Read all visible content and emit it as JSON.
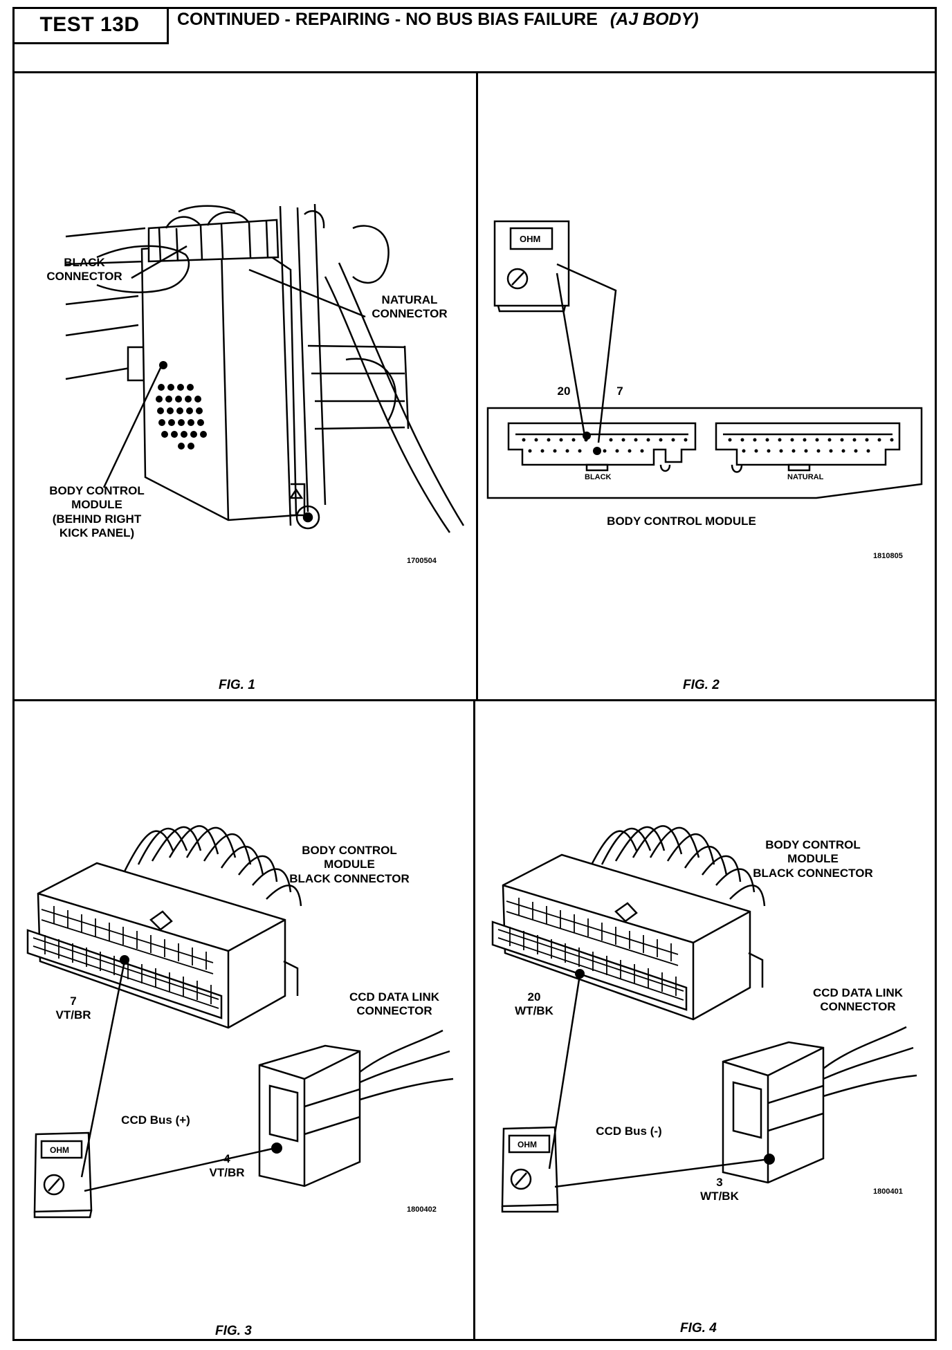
{
  "header": {
    "test_id": "TEST 13D",
    "title": "CONTINUED -  REPAIRING - NO BUS BIAS FAILURE",
    "subtitle": "(AJ BODY)"
  },
  "fig1": {
    "label": "FIG. 1",
    "callouts": {
      "black_connector": "BLACK\nCONNECTOR",
      "natural_connector": "NATURAL\nCONNECTOR",
      "bcm": "BODY CONTROL\nMODULE\n(BEHIND RIGHT\nKICK PANEL)"
    },
    "ref": "1700504"
  },
  "fig2": {
    "label": "FIG. 2",
    "meter_label": "OHM",
    "pin_a": "20",
    "pin_b": "7",
    "black_label": "BLACK",
    "natural_label": "NATURAL",
    "module_title": "BODY CONTROL MODULE",
    "ref": "1810805"
  },
  "fig3": {
    "label": "FIG. 3",
    "bcm_title": "BODY CONTROL\nMODULE\nBLACK CONNECTOR",
    "ccd_title": "CCD DATA LINK\nCONNECTOR",
    "pin_top": "7\nVT/BR",
    "bus": "CCD Bus (+)",
    "pin_bottom": "4\nVT/BR",
    "meter_label": "OHM",
    "ref": "1800402"
  },
  "fig4": {
    "label": "FIG. 4",
    "bcm_title": "BODY CONTROL\nMODULE\nBLACK CONNECTOR",
    "ccd_title": "CCD DATA LINK\nCONNECTOR",
    "pin_top": "20\nWT/BK",
    "bus": "CCD Bus (-)",
    "pin_bottom": "3\nWT/BK",
    "meter_label": "OHM",
    "ref": "1800401"
  }
}
